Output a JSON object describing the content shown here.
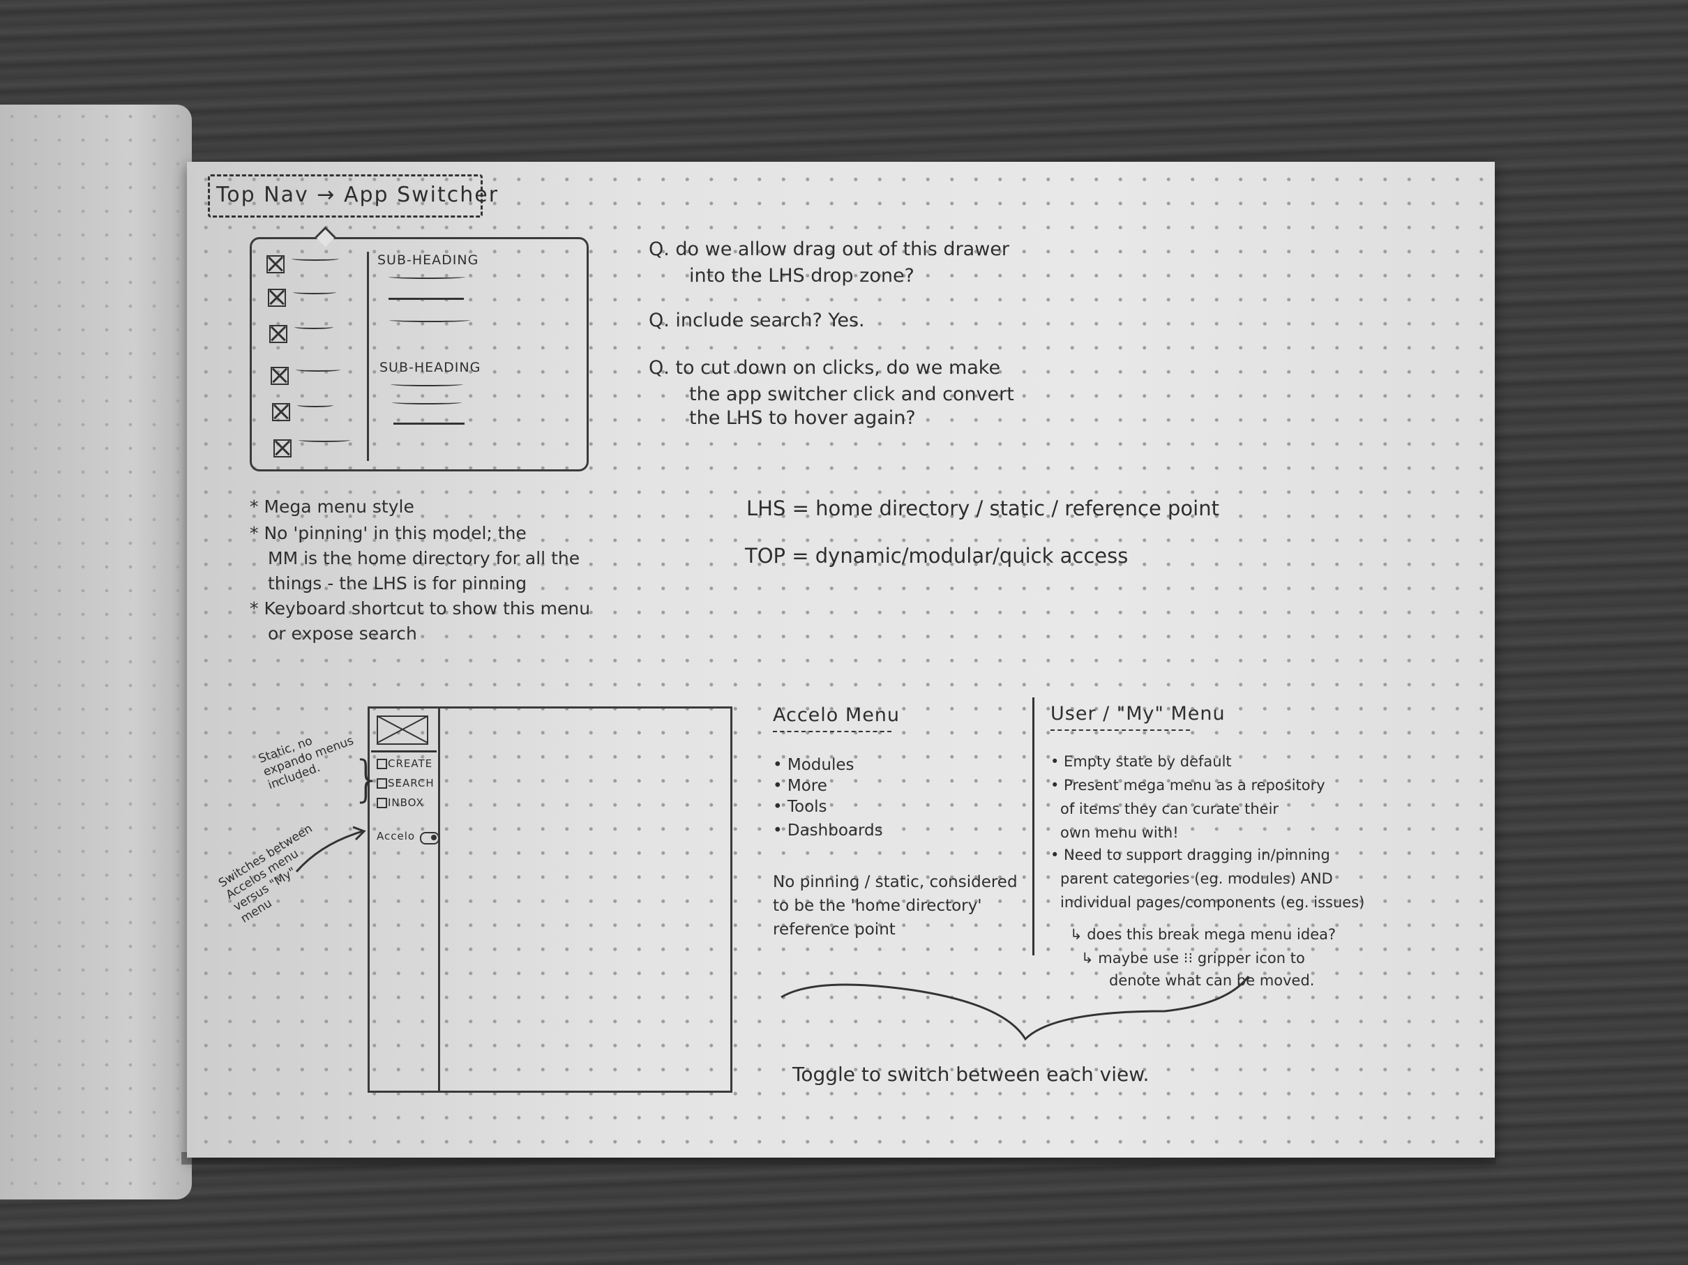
{
  "title": "Top Nav → App Switcher",
  "mega_menu": {
    "sub_headings": [
      "SUB-HEADING",
      "SUB-HEADING"
    ]
  },
  "mega_notes": [
    "* Mega menu style",
    "* No 'pinning' in this model; the",
    "MM is the home directory for all the",
    "things - the LHS is for pinning",
    "* Keyboard shortcut to show this menu",
    "or expose search"
  ],
  "questions": [
    "Q. do we allow drag out of this drawer",
    "into the LHS drop zone?",
    "Q. include search? Yes.",
    "Q. to cut down on clicks, do we make",
    "the app switcher click and convert",
    "the LHS to hover again?"
  ],
  "definitions": {
    "lhs": "LHS = home directory / static / reference point",
    "top": "TOP = dynamic/modular/quick access"
  },
  "wireframe": {
    "items": [
      "CREATE",
      "SEARCH",
      "INBOX"
    ],
    "accelo_label": "Accelo",
    "note_static": [
      "Static, no",
      "expando menus",
      "included."
    ],
    "note_switch": [
      "Switches between",
      "Accelos menu",
      "versus \"My\"",
      "menu"
    ]
  },
  "accelo_menu": {
    "title": "Accelo Menu",
    "items": [
      "• Modules",
      "• More",
      "• Tools",
      "• Dashboards"
    ],
    "note": [
      "No pinning / static, considered",
      "to be the 'home directory'",
      "reference point"
    ]
  },
  "user_menu": {
    "title": "User / \"My\" Menu",
    "lines": [
      "• Empty state by default",
      "• Present mega menu as a repository",
      "of items they can curate their",
      "own menu with!",
      "• Need to support dragging in/pinning",
      "parent categories (eg. modules) AND",
      "individual pages/components (eg. issues)",
      "↳ does this break mega menu idea?",
      "↳ maybe use ⁝⁝ gripper icon to",
      "denote what can be moved."
    ]
  },
  "toggle_note": "Toggle to switch between each view."
}
